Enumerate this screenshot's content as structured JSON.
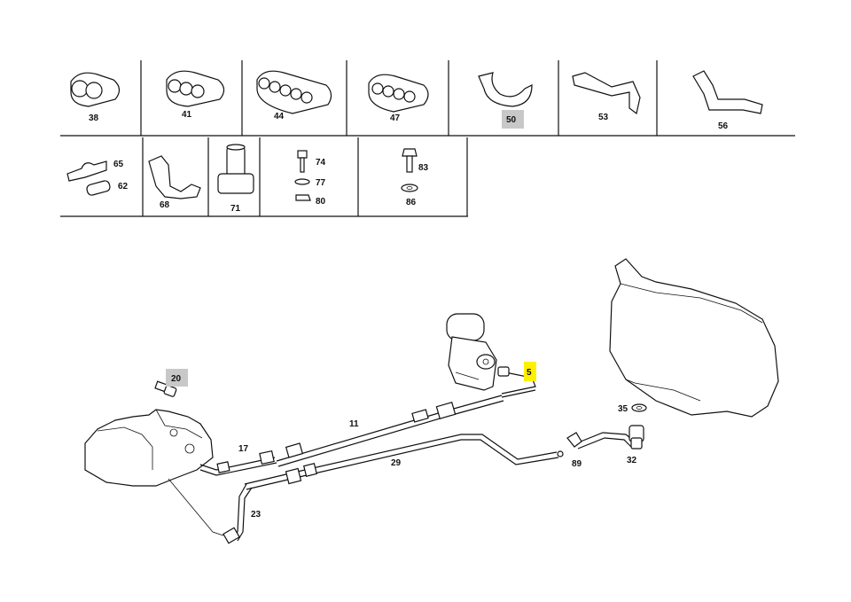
{
  "parts_grid": {
    "row1": [
      "38",
      "41",
      "44",
      "47",
      "50",
      "53",
      "56"
    ],
    "row2": {
      "clip_pair": [
        "65",
        "62"
      ],
      "bracket": "68",
      "damper": "71",
      "bolt_set_a": [
        "74",
        "77",
        "80"
      ],
      "bolt_set_b": [
        "83",
        "86"
      ]
    }
  },
  "assembly_labels": {
    "bolt": "20",
    "fuel_pump_line": "5",
    "line_11": "11",
    "line_17": "17",
    "line_29": "29",
    "line_23": "23",
    "washer": "35",
    "hose": "32",
    "clamp": "89"
  },
  "highlights": {
    "gray": "#c8c8c8",
    "yellow": "#fff000"
  }
}
